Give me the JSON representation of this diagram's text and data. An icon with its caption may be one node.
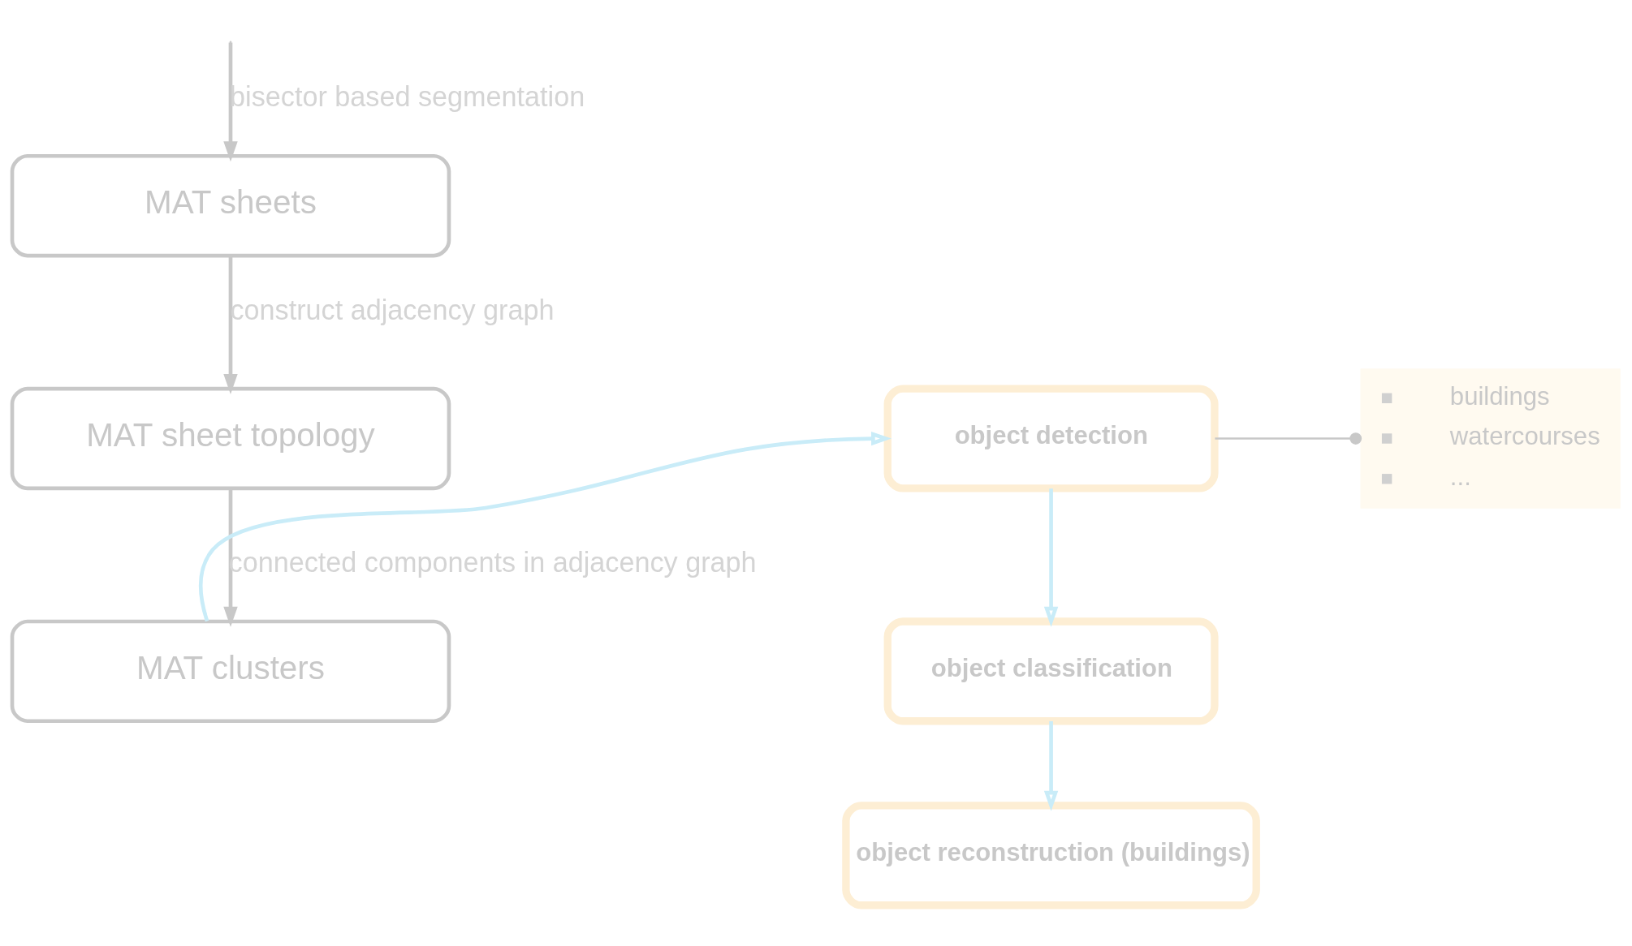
{
  "diagram": {
    "nodes": [
      {
        "text": [
          "MAT sheets"
        ]
      },
      {
        "text": [
          "MAT sheet topology"
        ]
      },
      {
        "text": [
          "MAT clusters"
        ]
      },
      {
        "text": [
          "object detection"
        ]
      },
      {
        "text": [
          "object classification"
        ]
      },
      {
        "text": [
          "object reconstruction (buildings)"
        ]
      },
      {
        "text": [
          "buildings",
          "watercourses",
          "..."
        ]
      }
    ],
    "edges": [
      {
        "from": null,
        "to": 0,
        "arrow": "to",
        "label": "bisector based segmentation"
      },
      {
        "from": 0,
        "to": 1,
        "arrow": "to",
        "label": "construct adjacency graph"
      },
      {
        "from": 1,
        "to": 2,
        "arrow": "to",
        "label": "connected components in adjacency graph"
      },
      {
        "from": 2,
        "to": 3,
        "arrow": "to",
        "color": "#c9ecf8"
      },
      {
        "from": 3,
        "to": 4,
        "arrow": "to",
        "color": "#c9ecf8"
      },
      {
        "from": 4,
        "to": 5,
        "arrow": "to",
        "color": "#c9ecf8"
      },
      {
        "from": 3,
        "to": 6,
        "arrow": "other"
      }
    ]
  }
}
